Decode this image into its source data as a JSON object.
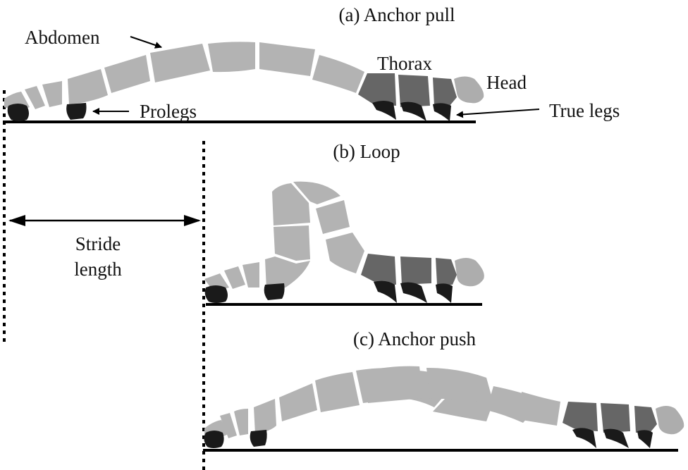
{
  "figure": {
    "panels": [
      {
        "id": "a",
        "title": "(a) Anchor pull"
      },
      {
        "id": "b",
        "title": "(b) Loop"
      },
      {
        "id": "c",
        "title": "(c) Anchor push"
      }
    ],
    "annotations": {
      "abdomen": "Abdomen",
      "thorax": "Thorax",
      "head": "Head",
      "prolegs": "Prolegs",
      "true_legs": "True legs",
      "stride_line1": "Stride",
      "stride_line2": "length"
    },
    "colors": {
      "abdomen": "#b3b3b3",
      "thorax": "#666666",
      "head": "#adadad",
      "legs": "#1a1a1a",
      "ground": "#000000"
    }
  }
}
